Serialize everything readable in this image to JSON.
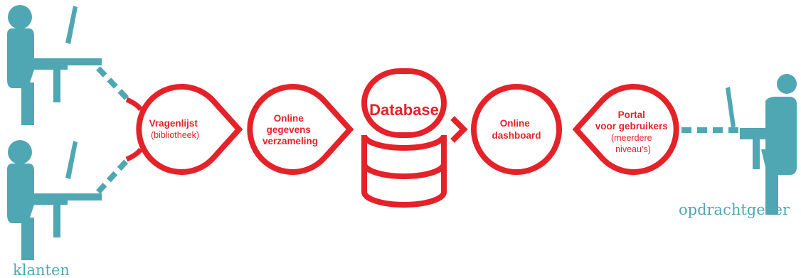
{
  "colors": {
    "accent_red": "#e42229",
    "person_teal": "#4fa7b3"
  },
  "labels": {
    "clients": "klanten",
    "client": "opdrachtgever"
  },
  "nodes": {
    "questionnaire": {
      "line1": "Vragenlijst",
      "line2": "(bibliotheek)"
    },
    "online_collection": {
      "line1": "Online",
      "line2": "gegevens",
      "line3": "verzameling"
    },
    "database": {
      "title": "Database"
    },
    "online_dashboard": {
      "line1": "Online",
      "line2": "dashboard"
    },
    "portal": {
      "line1": "Portal",
      "line2": "voor gebruikers",
      "line3": "(meerdere",
      "line4": "niveau’s)"
    }
  },
  "icons": [
    "person-at-computer-icon",
    "database-icon"
  ]
}
